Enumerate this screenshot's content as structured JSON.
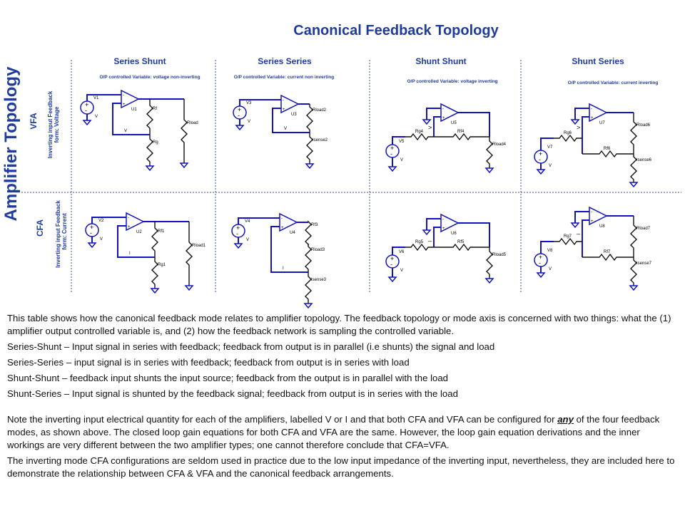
{
  "title": "Canonical Feedback Topology",
  "side_title": "Amplifier Topology",
  "rows": [
    {
      "label": "VFA",
      "sub1": "Inverting input Feedback",
      "sub2": "form: Voltage"
    },
    {
      "label": "CFA",
      "sub1": "Inverting input Feedback",
      "sub2": "form: Current"
    }
  ],
  "columns": [
    {
      "header": "Series Shunt",
      "sub": "O/P controlled Variable: voltage non-inverting"
    },
    {
      "header": "Series Series",
      "sub": "O/P controlled Variable: current non inverting"
    },
    {
      "header": "Shunt Shunt",
      "sub": "O/P controlled Variable: voltage inverting"
    },
    {
      "header": "Shunt Series",
      "sub": "O/P controlled Variable: current inverting"
    }
  ],
  "circuits": [
    {
      "source": "V1",
      "amp": "U1",
      "res": [
        "Rf",
        "Rg",
        "Rload"
      ],
      "node": "V",
      "sv": "V"
    },
    {
      "source": "V3",
      "amp": "U3",
      "res": [
        "Rload2",
        "Isense2"
      ],
      "node": "V",
      "sv": "V"
    },
    {
      "source": "V5",
      "amp": "U5",
      "res": [
        "Rg4",
        "Rf4",
        "Rload4"
      ],
      "node": ">",
      "sv": "V"
    },
    {
      "source": "V7",
      "amp": "U7",
      "res": [
        "Rg6",
        "Rf6",
        "Rload6",
        "Isense6"
      ],
      "node": ">",
      "sv": "V"
    },
    {
      "source": "V2",
      "amp": "U2",
      "res": [
        "Rf1",
        "Rg1",
        "Rload1"
      ],
      "node": "I",
      "sv": "V"
    },
    {
      "source": "V4",
      "amp": "U4",
      "res": [
        "Rf3",
        "Rload3",
        "Isense3"
      ],
      "node": "I",
      "sv": "V"
    },
    {
      "source": "V6",
      "amp": "U6",
      "res": [
        "Rg5",
        "Rf5",
        "Rload5"
      ],
      "node": "_",
      "sv": "V"
    },
    {
      "source": "V8",
      "amp": "U8",
      "res": [
        "Rg7",
        "Rf7",
        "Rload7",
        "Isense7"
      ],
      "node": "_",
      "sv": "V"
    }
  ],
  "paragraphs": [
    "This table shows how the canonical feedback mode relates to amplifier topology.  The feedback topology or  mode axis is concerned with two things: what the (1) amplifier output controlled variable is, and (2) how the feedback network is sampling the controlled variable.",
    "Series-Shunt – Input signal in series with feedback; feedback from output is in parallel (i.e shunts) the  signal and load",
    "Series-Series – input signal is in series with feedback; feedback from output is in series with load",
    "Shunt-Shunt  – feedback input shunts the input source; feedback from the output  is in parallel with the  load",
    "Shunt-Series – Input signal is shunted by the feedback signal; feedback from output is in series with the load"
  ],
  "note": {
    "before": "Note the inverting input electrical quantity for each of the amplifiers, labelled V or I and that both CFA and VFA can be configured for ",
    "emph": "any",
    "after": " of the four feedback modes, as shown above. The closed loop gain equations for both CFA and VFA are the same.  However, the loop gain equation derivations  and the inner workings are very different between the two amplifier types; one cannot therefore conclude that CFA=VFA."
  },
  "final_paragraph": "The inverting mode CFA configurations are seldom used in practice due to the low input impedance of the inverting input, nevertheless, they are included here to demonstrate the relationship between CFA & VFA and the canonical feedback arrangements."
}
